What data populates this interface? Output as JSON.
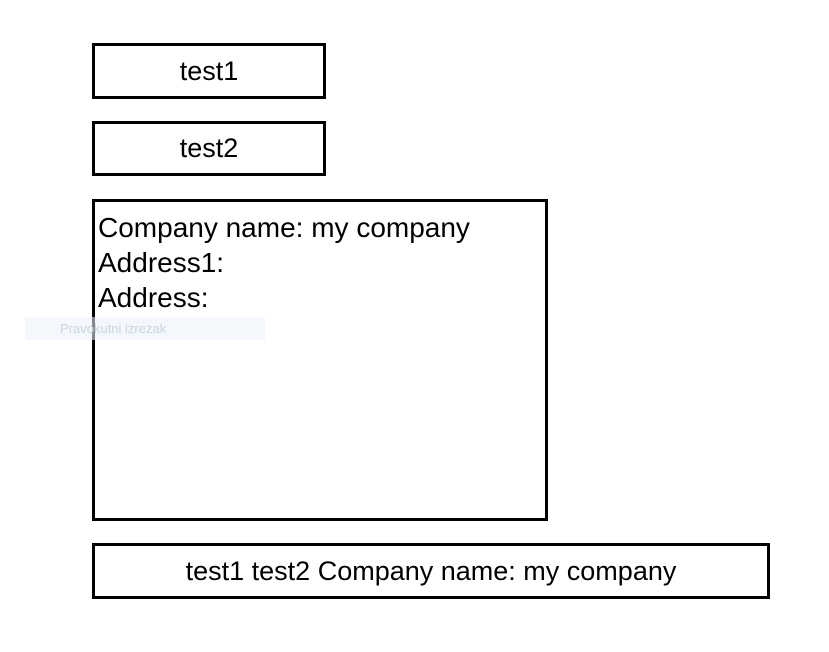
{
  "fields": {
    "field1_value": "test1",
    "field2_value": "test2"
  },
  "info": {
    "company_line": "Company name: my company",
    "address1_line": "Address1:",
    "address_line": "Address:"
  },
  "combined": {
    "text": "test1 test2 Company name: my company"
  },
  "overlay": {
    "shortcut_text": "Pravokutni izrezak"
  }
}
